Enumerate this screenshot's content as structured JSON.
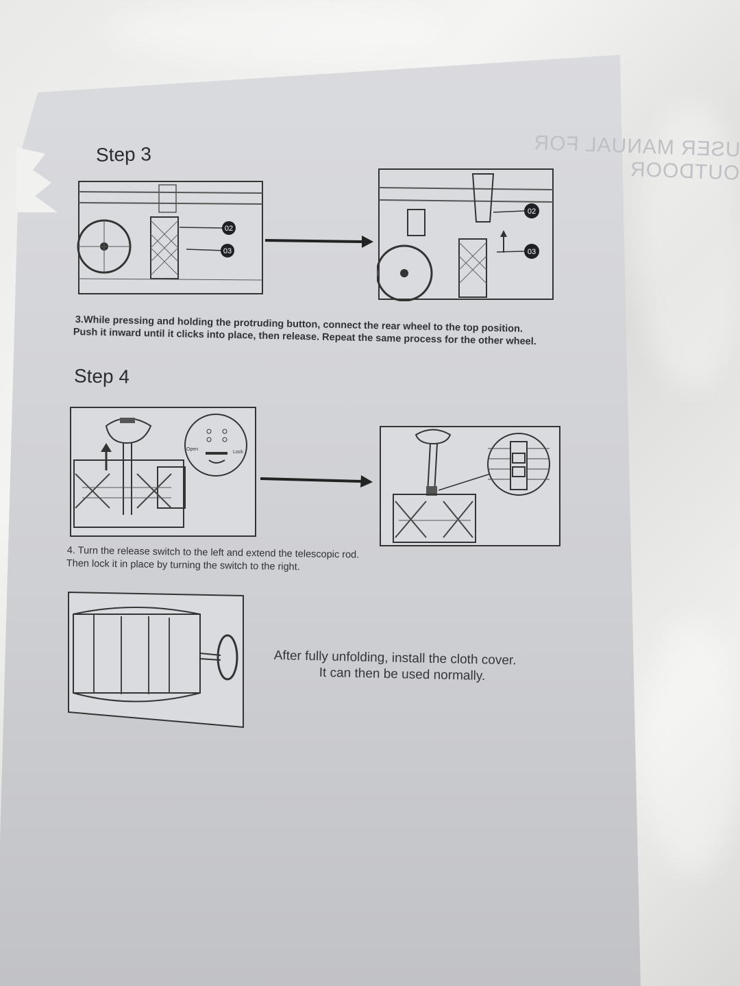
{
  "manual": {
    "mirrored_header": "USER MANUAL FOR OUTDOOR"
  },
  "step3": {
    "heading": "Step 3",
    "callouts": [
      "02",
      "03"
    ],
    "instruction_line1": "3.While pressing and holding the protruding button, connect the rear wheel to the top position.",
    "instruction_line2": "Push it inward until it clicks into place, then release. Repeat the same process for the other wheel."
  },
  "step4": {
    "heading": "Step 4",
    "switch_open": "Open",
    "switch_lock": "Lock",
    "instruction_line1": "4. Turn the release switch to the left and extend the telescopic rod.",
    "instruction_line2": "Then lock it in place by turning the switch to the right."
  },
  "final": {
    "line1": "After fully unfolding, install the cloth cover.",
    "line2": "It can then be used normally."
  }
}
